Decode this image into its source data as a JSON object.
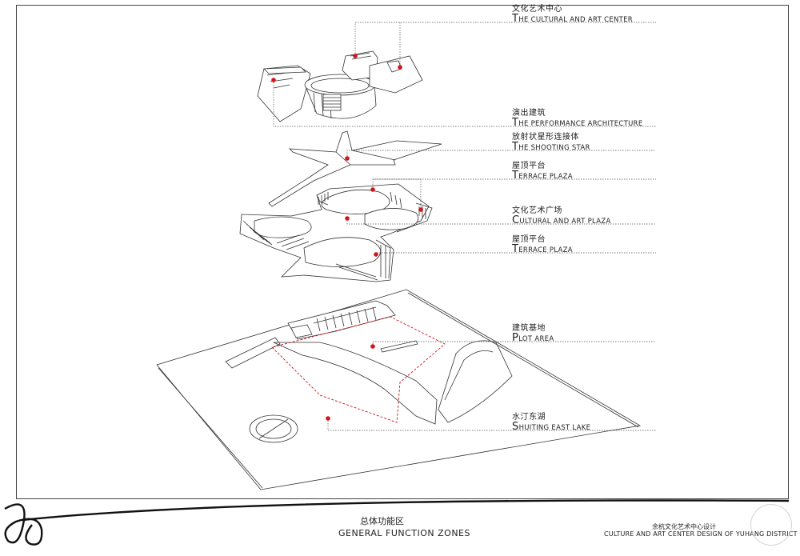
{
  "labels": [
    {
      "cn": "文化艺术中心",
      "en_initial": "T",
      "en_rest": "HE CULTURAL AND ART CENTER"
    },
    {
      "cn": "演出建筑",
      "en_initial": "T",
      "en_rest": "HE PERFORMANCE ARCHITECTURE"
    },
    {
      "cn": "放射状星形连接体",
      "en_initial": "T",
      "en_rest": "HE SHOOTING STAR"
    },
    {
      "cn": "屋顶平台",
      "en_initial": "T",
      "en_rest": "ERRACE PLAZA"
    },
    {
      "cn": "文化艺术广场",
      "en_initial": "C",
      "en_rest": "ULTURAL AND ART PLAZA"
    },
    {
      "cn": "屋顶平台",
      "en_initial": "T",
      "en_rest": "ERRACE PLAZA"
    },
    {
      "cn": "建筑基地",
      "en_initial": "P",
      "en_rest": "LOT AREA"
    },
    {
      "cn": "水汀东湖",
      "en_initial": "S",
      "en_rest": "HUITING EAST LAKE"
    }
  ],
  "footer": {
    "title_cn": "总体功能区",
    "title_en": "GENERAL FUNCTION ZONES",
    "project_cn": "余杭文化艺术中心设计",
    "project_en": "CULTURE AND ART CENTER DESIGN OF YUHANG DISTRICT"
  },
  "colors": {
    "marker": "#d0141c",
    "line": "#333333",
    "leader": "#555555"
  }
}
